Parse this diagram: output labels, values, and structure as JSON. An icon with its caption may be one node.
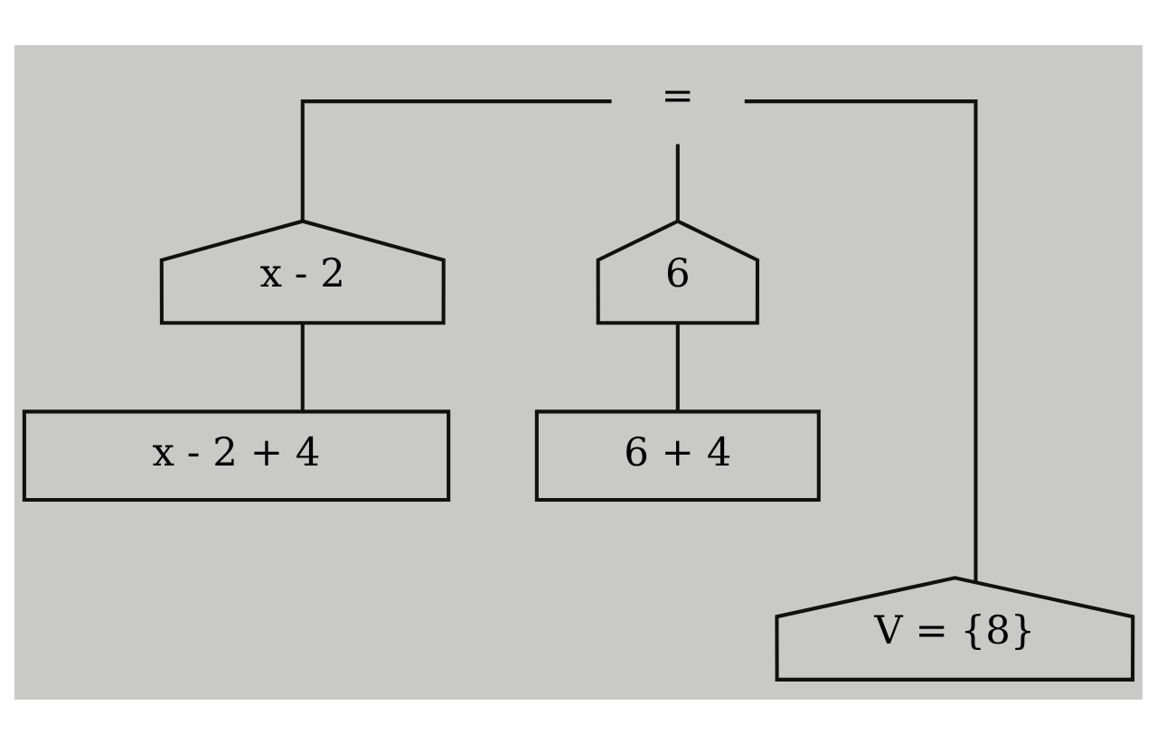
{
  "diagram": {
    "nodes": [
      {
        "text": [
          "="
        ]
      },
      {
        "text": [
          "x - 2"
        ]
      },
      {
        "text": [
          "6"
        ]
      },
      {
        "text": [
          "x - 2 + 4"
        ]
      },
      {
        "text": [
          "6 + 4"
        ]
      },
      {
        "text": [
          "V = {8}"
        ]
      }
    ],
    "edges": [
      {
        "from": 0,
        "to": 1,
        "arrow": "none"
      },
      {
        "from": 0,
        "to": 5,
        "arrow": "none"
      },
      {
        "from": 0,
        "to": 2,
        "arrow": "none"
      },
      {
        "from": 1,
        "to": 3,
        "arrow": "none"
      },
      {
        "from": 2,
        "to": 4,
        "arrow": "none"
      }
    ]
  }
}
